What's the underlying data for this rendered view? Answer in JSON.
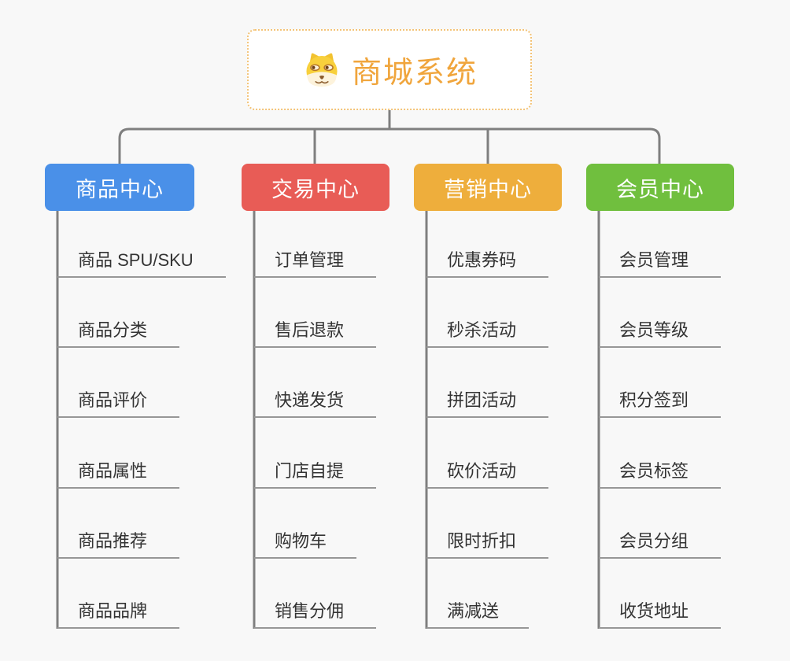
{
  "root": {
    "title": "商城系统",
    "icon": "doge-icon",
    "title_color": "#f0a53c",
    "border_color": "#f3c377"
  },
  "branches": [
    {
      "label": "商品中心",
      "color": "#4a90e8",
      "children": [
        "商品 SPU/SKU",
        "商品分类",
        "商品评价",
        "商品属性",
        "商品推荐",
        "商品品牌"
      ]
    },
    {
      "label": "交易中心",
      "color": "#e85c56",
      "children": [
        "订单管理",
        "售后退款",
        "快递发货",
        "门店自提",
        "购物车",
        "销售分佣"
      ]
    },
    {
      "label": "营销中心",
      "color": "#eeae3c",
      "children": [
        "优惠券码",
        "秒杀活动",
        "拼团活动",
        "砍价活动",
        "限时折扣",
        "满减送"
      ]
    },
    {
      "label": "会员中心",
      "color": "#70bf3e",
      "children": [
        "会员管理",
        "会员等级",
        "积分签到",
        "会员标签",
        "会员分组",
        "收货地址"
      ]
    }
  ],
  "connector_color": "#7f7f7f",
  "underline_color": "#979797",
  "background_color": "#f8f8f8"
}
